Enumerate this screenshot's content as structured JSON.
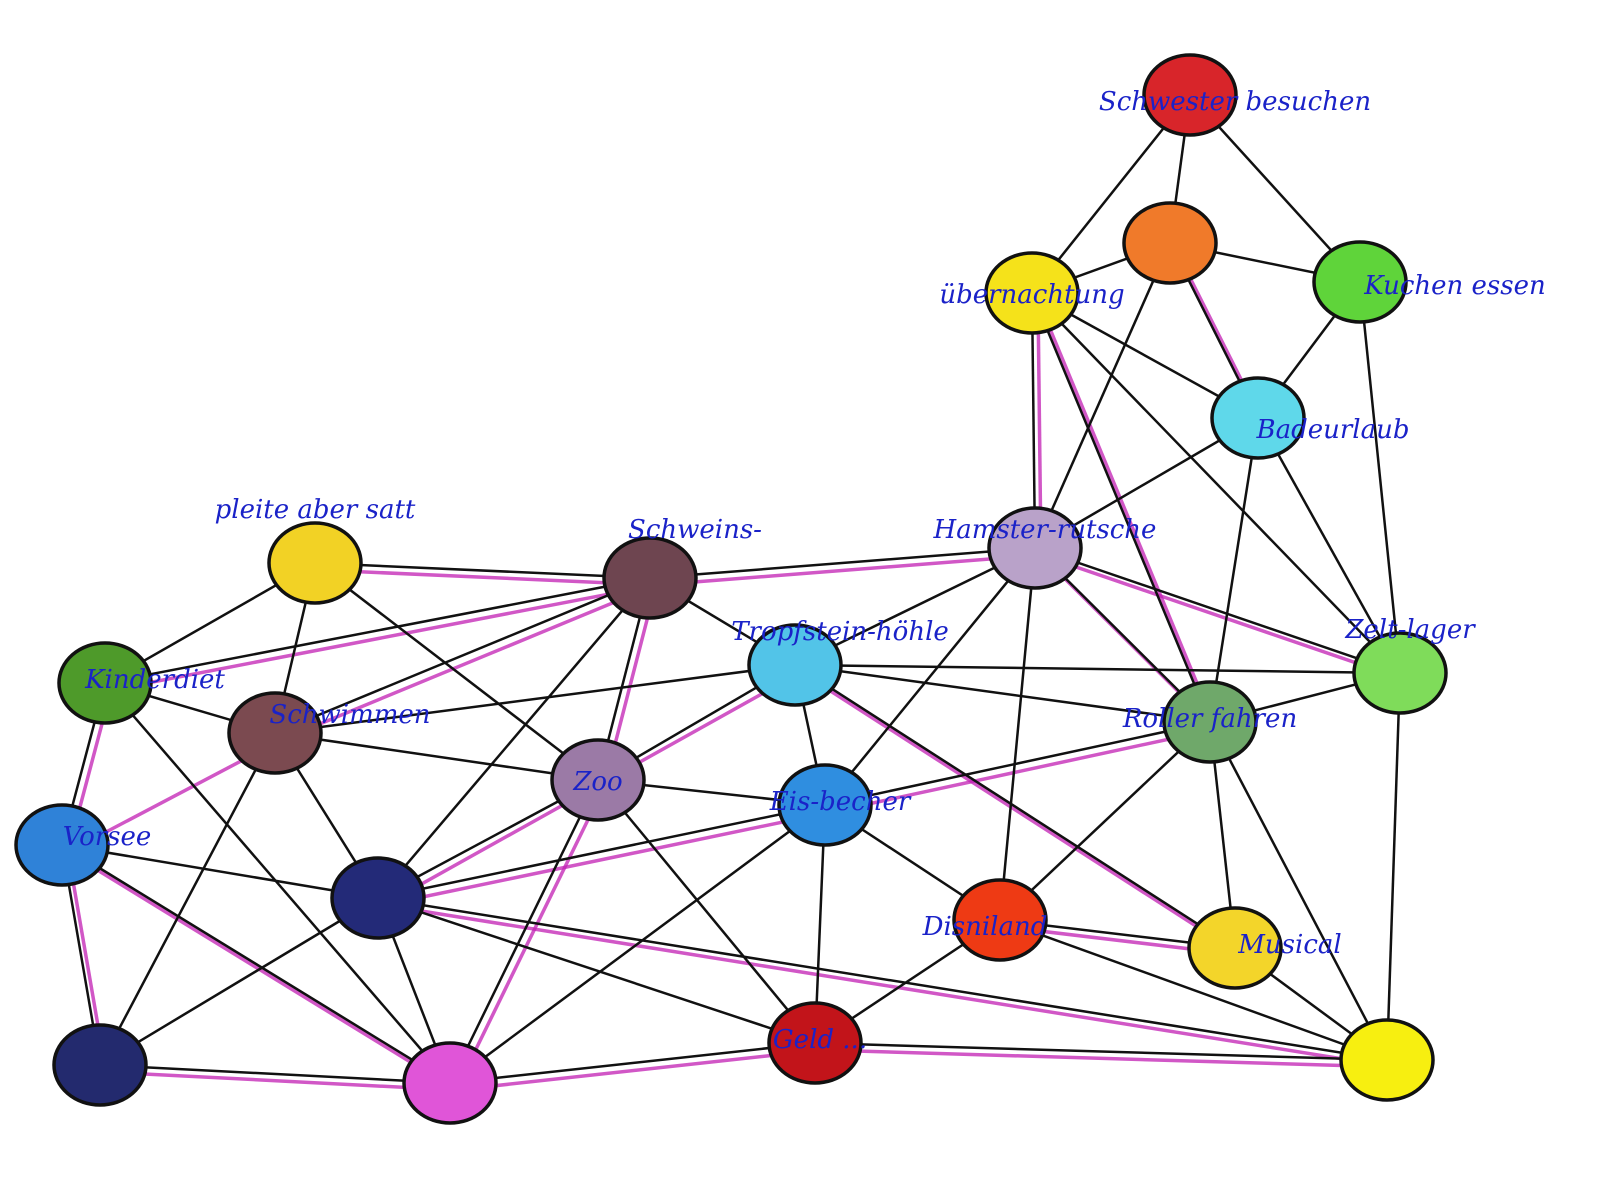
{
  "diagram": {
    "type": "hand-drawn network graph",
    "nodes": [
      {
        "id": "n1",
        "label": "Schwester besuchen",
        "color": "#d8252a"
      },
      {
        "id": "n2",
        "label": "",
        "color": "#f07a2a"
      },
      {
        "id": "n3",
        "label": "übernachtung",
        "color": "#f5e21a"
      },
      {
        "id": "n4",
        "label": "Kuchen essen",
        "color": "#5fd43a"
      },
      {
        "id": "n5",
        "label": "Badeurlaub",
        "color": "#5fd8ea"
      },
      {
        "id": "n6",
        "label": "Hamster-rutsche",
        "color": "#b9a2c9"
      },
      {
        "id": "n7",
        "label": "Zelt-lager",
        "color": "#7fdc5a"
      },
      {
        "id": "n8",
        "label": "Tropfstein-höhle",
        "color": "#52c4e8"
      },
      {
        "id": "n9",
        "label": "Roller fahren",
        "color": "#6fa86a"
      },
      {
        "id": "n10",
        "label": "Eis-becher",
        "color": "#2f8ee0"
      },
      {
        "id": "n11",
        "label": "Disniland",
        "color": "#ee3a14"
      },
      {
        "id": "n12",
        "label": "Musical",
        "color": "#f3d52a"
      },
      {
        "id": "n13",
        "label": "",
        "color": "#f7ef10"
      },
      {
        "id": "n14",
        "label": "Geld ...",
        "color": "#c2141a"
      },
      {
        "id": "n15",
        "label": "",
        "color": "#e055d8"
      },
      {
        "id": "n16",
        "label": "",
        "color": "#232a6e"
      },
      {
        "id": "n17",
        "label": "",
        "color": "#232a78"
      },
      {
        "id": "n18",
        "label": "Vorsee",
        "color": "#2f82d8"
      },
      {
        "id": "n19",
        "label": "Kinderdiet",
        "color": "#4e9a2a"
      },
      {
        "id": "n20",
        "label": "Schwimmen",
        "color": "#7b4a50"
      },
      {
        "id": "n21",
        "label": "pleite aber satt",
        "color": "#f2d225"
      },
      {
        "id": "n22",
        "label": "Schweins-",
        "color": "#6e4550"
      },
      {
        "id": "n23",
        "label": "Zoo",
        "color": "#9b7aa6"
      }
    ],
    "edges": [
      [
        "n1",
        "n2"
      ],
      [
        "n1",
        "n3"
      ],
      [
        "n1",
        "n4"
      ],
      [
        "n2",
        "n3"
      ],
      [
        "n2",
        "n4"
      ],
      [
        "n2",
        "n5"
      ],
      [
        "n2",
        "n6"
      ],
      [
        "n3",
        "n5"
      ],
      [
        "n3",
        "n6"
      ],
      [
        "n3",
        "n9"
      ],
      [
        "n3",
        "n7"
      ],
      [
        "n4",
        "n5"
      ],
      [
        "n4",
        "n7"
      ],
      [
        "n5",
        "n6"
      ],
      [
        "n5",
        "n9"
      ],
      [
        "n5",
        "n7"
      ],
      [
        "n6",
        "n22"
      ],
      [
        "n6",
        "n8"
      ],
      [
        "n6",
        "n10"
      ],
      [
        "n6",
        "n11"
      ],
      [
        "n6",
        "n9"
      ],
      [
        "n6",
        "n7"
      ],
      [
        "n7",
        "n8"
      ],
      [
        "n7",
        "n9"
      ],
      [
        "n7",
        "n13"
      ],
      [
        "n8",
        "n22"
      ],
      [
        "n8",
        "n20"
      ],
      [
        "n8",
        "n23"
      ],
      [
        "n8",
        "n10"
      ],
      [
        "n8",
        "n9"
      ],
      [
        "n8",
        "n12"
      ],
      [
        "n9",
        "n10"
      ],
      [
        "n9",
        "n11"
      ],
      [
        "n9",
        "n12"
      ],
      [
        "n9",
        "n13"
      ],
      [
        "n10",
        "n23"
      ],
      [
        "n10",
        "n17"
      ],
      [
        "n10",
        "n15"
      ],
      [
        "n10",
        "n14"
      ],
      [
        "n10",
        "n11"
      ],
      [
        "n11",
        "n14"
      ],
      [
        "n11",
        "n12"
      ],
      [
        "n11",
        "n13"
      ],
      [
        "n12",
        "n13"
      ],
      [
        "n13",
        "n14"
      ],
      [
        "n13",
        "n17"
      ],
      [
        "n14",
        "n17"
      ],
      [
        "n14",
        "n23"
      ],
      [
        "n14",
        "n15"
      ],
      [
        "n15",
        "n17"
      ],
      [
        "n15",
        "n16"
      ],
      [
        "n15",
        "n18"
      ],
      [
        "n15",
        "n19"
      ],
      [
        "n15",
        "n23"
      ],
      [
        "n16",
        "n18"
      ],
      [
        "n16",
        "n20"
      ],
      [
        "n16",
        "n17"
      ],
      [
        "n17",
        "n18"
      ],
      [
        "n17",
        "n20"
      ],
      [
        "n17",
        "n22"
      ],
      [
        "n17",
        "n23"
      ],
      [
        "n18",
        "n19"
      ],
      [
        "n19",
        "n21"
      ],
      [
        "n19",
        "n20"
      ],
      [
        "n19",
        "n22"
      ],
      [
        "n20",
        "n21"
      ],
      [
        "n20",
        "n22"
      ],
      [
        "n20",
        "n23"
      ],
      [
        "n21",
        "n22"
      ],
      [
        "n21",
        "n23"
      ],
      [
        "n22",
        "n23"
      ]
    ],
    "secondary_edges": [
      [
        "n21",
        "n22"
      ],
      [
        "n19",
        "n22"
      ],
      [
        "n20",
        "n22"
      ],
      [
        "n18",
        "n20"
      ],
      [
        "n18",
        "n16"
      ],
      [
        "n18",
        "n15"
      ],
      [
        "n16",
        "n15"
      ],
      [
        "n17",
        "n10"
      ],
      [
        "n17",
        "n8"
      ],
      [
        "n17",
        "n13"
      ],
      [
        "n22",
        "n23"
      ],
      [
        "n22",
        "n6"
      ],
      [
        "n23",
        "n15"
      ],
      [
        "n15",
        "n14"
      ],
      [
        "n14",
        "n13"
      ],
      [
        "n11",
        "n12"
      ],
      [
        "n6",
        "n9"
      ],
      [
        "n6",
        "n7"
      ],
      [
        "n3",
        "n6"
      ],
      [
        "n3",
        "n9"
      ],
      [
        "n2",
        "n5"
      ],
      [
        "n8",
        "n12"
      ],
      [
        "n10",
        "n9"
      ],
      [
        "n19",
        "n18"
      ]
    ],
    "edge_color": "#111111",
    "secondary_edge_color": "#c21fb4",
    "label_color": "#1a22c8"
  }
}
